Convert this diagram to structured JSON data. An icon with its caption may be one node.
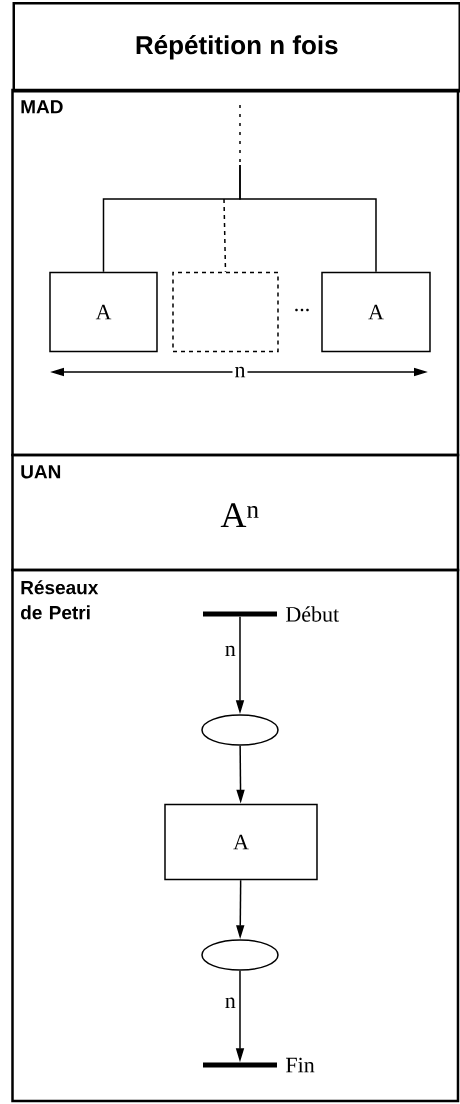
{
  "diagram": {
    "title": "Répétition n fois",
    "nodes": [
      {
        "text": [
          "MAD"
        ]
      },
      {
        "text": [
          "A"
        ],
        "in": 0
      },
      {
        "text": [],
        "shape": "box",
        "in": 0
      },
      {
        "text": [
          "A"
        ],
        "in": 0
      },
      {
        "text": [
          "UAN",
          "A$^{n}$"
        ]
      },
      {
        "text": [
          "Réseaux de Petri"
        ]
      },
      {
        "text": [],
        "shape": "bar",
        "beside": [
          "Début"
        ],
        "in": 5
      },
      {
        "text": [],
        "shape": "ellipse",
        "in": 5
      },
      {
        "text": [
          "A"
        ],
        "in": 5
      },
      {
        "text": [],
        "shape": "ellipse",
        "in": 5
      },
      {
        "text": [],
        "shape": "bar",
        "beside": [
          "Fin"
        ],
        "in": 5
      }
    ],
    "edges": [
      {
        "from": null,
        "to": 1,
        "arrow": "none"
      },
      {
        "from": null,
        "to": 2,
        "arrow": "none",
        "style": "dashed"
      },
      {
        "from": null,
        "to": 3,
        "arrow": "none"
      },
      {
        "from": 6,
        "to": 7,
        "arrow": "to",
        "label": "n"
      },
      {
        "from": 7,
        "to": 8,
        "arrow": "to"
      },
      {
        "from": 8,
        "to": 9,
        "arrow": "to"
      },
      {
        "from": 9,
        "to": 10,
        "arrow": "to",
        "label": "n"
      }
    ],
    "labels": [
      "...",
      "n"
    ]
  }
}
